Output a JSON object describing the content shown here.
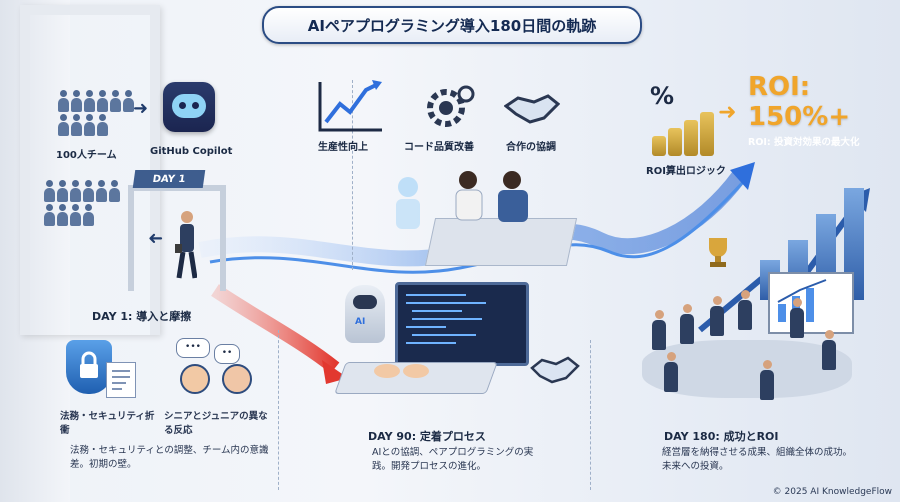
{
  "title": "AIペアプログラミング導入180日間の軌跡",
  "phase1": {
    "team_label": "100人チーム",
    "tool_label": "GitHub Copilot",
    "sign_label": "DAY 1",
    "heading": "DAY 1: 導入と摩擦",
    "security_label": "法務・セキュリティ折衝",
    "reaction_label": "シニアとジュニアの異なる反応",
    "description": "法務・セキュリティとの調整、チーム内の意識差。初期の壁。"
  },
  "phase2": {
    "benefits": [
      "生産性向上",
      "コード品質改善",
      "合作の協調"
    ],
    "heading": "DAY 90: 定着プロセス",
    "description": "AIとの協調、ペアプログラミングの実践。開発プロセスの進化。",
    "robot_label": "AI"
  },
  "phase3": {
    "roi_logic_label": "ROI算出ロジック",
    "roi_title": "ROI:",
    "roi_value": "150%+",
    "roi_caption": "ROI: 投資対効果の最大化",
    "heading": "DAY 180: 成功とROI",
    "description": "経営層を納得させる成果、組織全体の成功。未来への投資。",
    "percent_symbol": "%"
  },
  "footer": "© 2025 AI KnowledgeFlow",
  "colors": {
    "accent_navy": "#142a52",
    "roi_orange": "#f0a52b",
    "flow_blue": "#3d7fe0",
    "friction_red": "#e2382f"
  }
}
